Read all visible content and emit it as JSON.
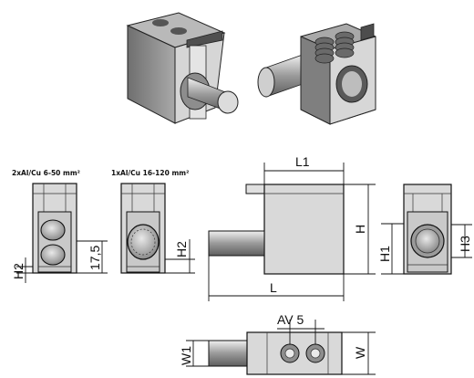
{
  "captions": {
    "view_a": "2xAl/Cu 6-50 mm²",
    "view_b": "1xAl/Cu 16-120 mm²"
  },
  "dimensions": {
    "h2_a": "H2",
    "d_175": "17,5",
    "h2_b": "H2",
    "l1": "L1",
    "h": "H",
    "l": "L",
    "h1": "H1",
    "h3": "H3",
    "av5": "AV 5",
    "w1": "W1",
    "w": "W"
  }
}
